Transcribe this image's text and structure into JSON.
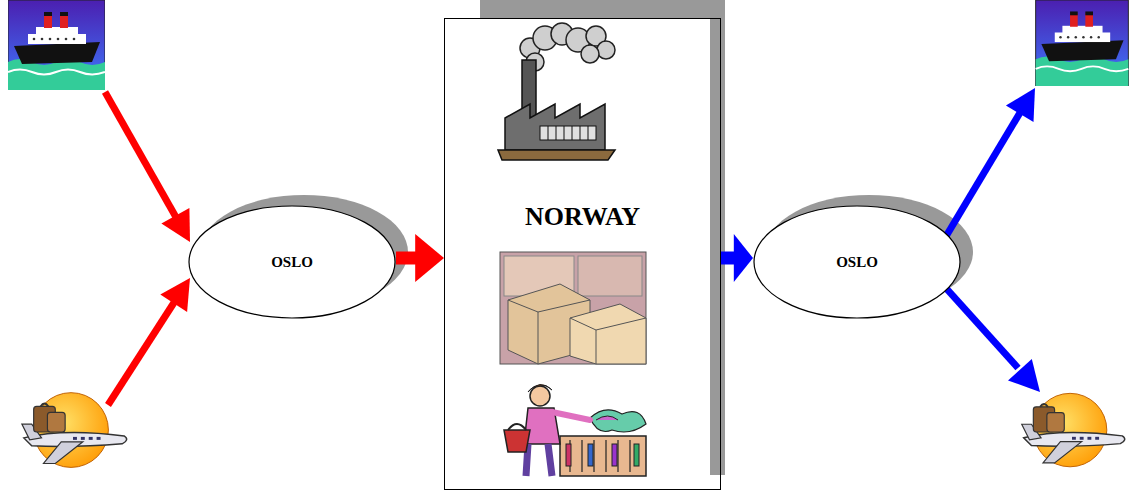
{
  "diagram": {
    "nodes": [
      {
        "text": [
          "OSLO"
        ]
      },
      {
        "text": [
          "NORWAY"
        ]
      },
      {
        "text": [
          "OSLO"
        ]
      }
    ],
    "edges": [
      {
        "from": 0,
        "to": 1,
        "arrow": "to"
      },
      {
        "from": 1,
        "to": 2,
        "arrow": "to"
      }
    ]
  }
}
